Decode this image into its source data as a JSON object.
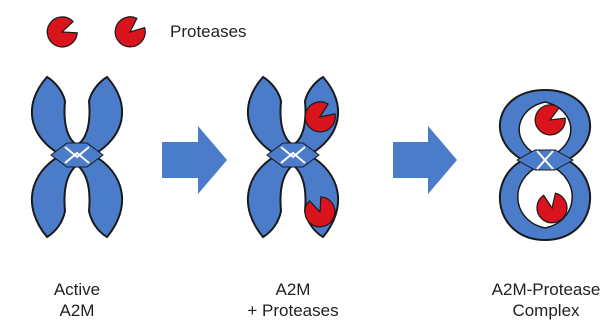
{
  "legend": {
    "label": "Proteases"
  },
  "stages": [
    {
      "line1": "Active",
      "line2": "A2M"
    },
    {
      "line1": "A2M",
      "line2": "+ Proteases"
    },
    {
      "line1": "A2M-Protease",
      "line2": "Complex"
    }
  ],
  "colors": {
    "a2m": "#4a7cc9",
    "arrow": "#4a7cc9",
    "protease": "#d9141c",
    "outline": "#1a1a1a"
  }
}
